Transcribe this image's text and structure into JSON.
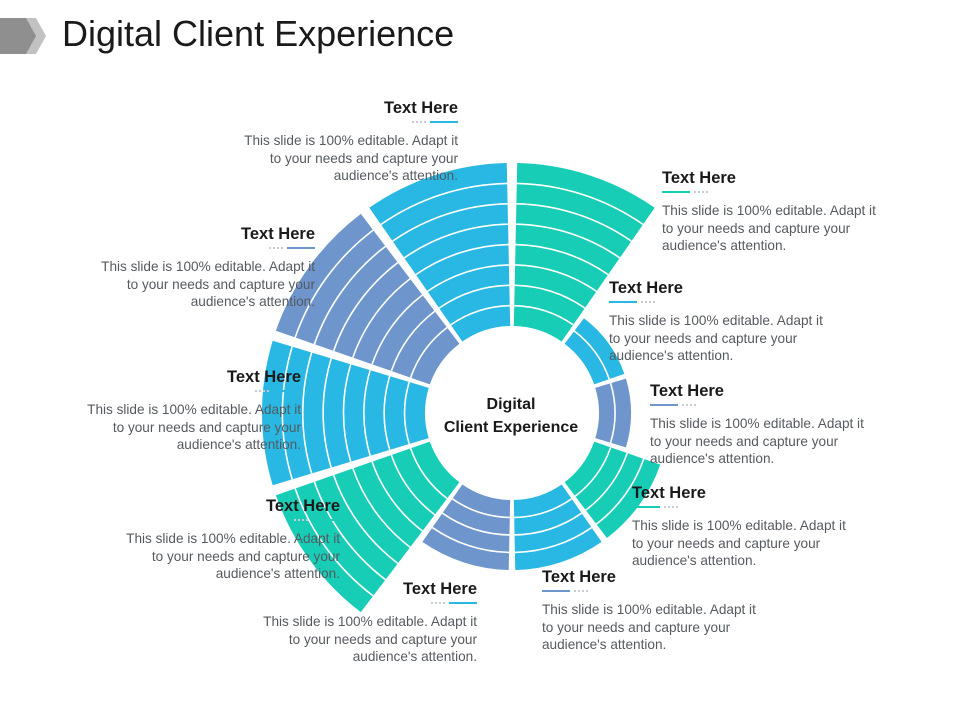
{
  "title": "Digital Client Experience",
  "center_label": [
    "Digital",
    "Client Experience"
  ],
  "colors": {
    "teal": "#17cdb6",
    "cyan": "#29b8e3",
    "steel_blue": "#6e95cc",
    "title_text": "#1a1a1a",
    "body_text": "#555a60",
    "header_arrow": "#9a9a9a"
  },
  "segments": [
    {
      "color": "teal",
      "size": "large"
    },
    {
      "color": "cyan",
      "size": "small"
    },
    {
      "color": "steel_blue",
      "size": "small"
    },
    {
      "color": "teal",
      "size": "medium"
    },
    {
      "color": "cyan",
      "size": "medium"
    },
    {
      "color": "steel_blue",
      "size": "medium"
    },
    {
      "color": "teal",
      "size": "large"
    },
    {
      "color": "cyan",
      "size": "large"
    },
    {
      "color": "steel_blue",
      "size": "large"
    },
    {
      "color": "cyan",
      "size": "large"
    }
  ],
  "callouts": [
    {
      "title": "Text Here",
      "description": "This slide is 100% editable. Adapt it to your needs and capture your audience's attention.",
      "accent": "cyan"
    },
    {
      "title": "Text Here",
      "description": "This slide is 100% editable. Adapt it to your needs and capture your audience's attention.",
      "accent": "teal"
    },
    {
      "title": "Text Here",
      "description": "This slide is 100% editable. Adapt it to your needs and capture your audience's attention.",
      "accent": "steel_blue"
    },
    {
      "title": "Text Here",
      "description": "This slide is 100% editable. Adapt it to your needs and capture your audience's attention.",
      "accent": "cyan"
    },
    {
      "title": "Text Here",
      "description": "This slide is 100% editable. Adapt it to your needs and capture your audience's attention.",
      "accent": "cyan"
    },
    {
      "title": "Text Here",
      "description": "This slide is 100% editable. Adapt it to your needs and capture your audience's attention.",
      "accent": "steel_blue"
    },
    {
      "title": "Text Here",
      "description": "This slide is 100% editable. Adapt it to your needs and capture your audience's attention.",
      "accent": "teal"
    },
    {
      "title": "Text Here",
      "description": "This slide is 100% editable. Adapt it to your needs and capture your audience's attention.",
      "accent": "teal"
    },
    {
      "title": "Text Here",
      "description": "This slide is 100% editable. Adapt it to your needs and capture your audience's attention.",
      "accent": "steel_blue"
    },
    {
      "title": "Text Here",
      "description": "This slide is 100% editable. Adapt it to your needs and capture your audience's attention.",
      "accent": "cyan"
    }
  ]
}
